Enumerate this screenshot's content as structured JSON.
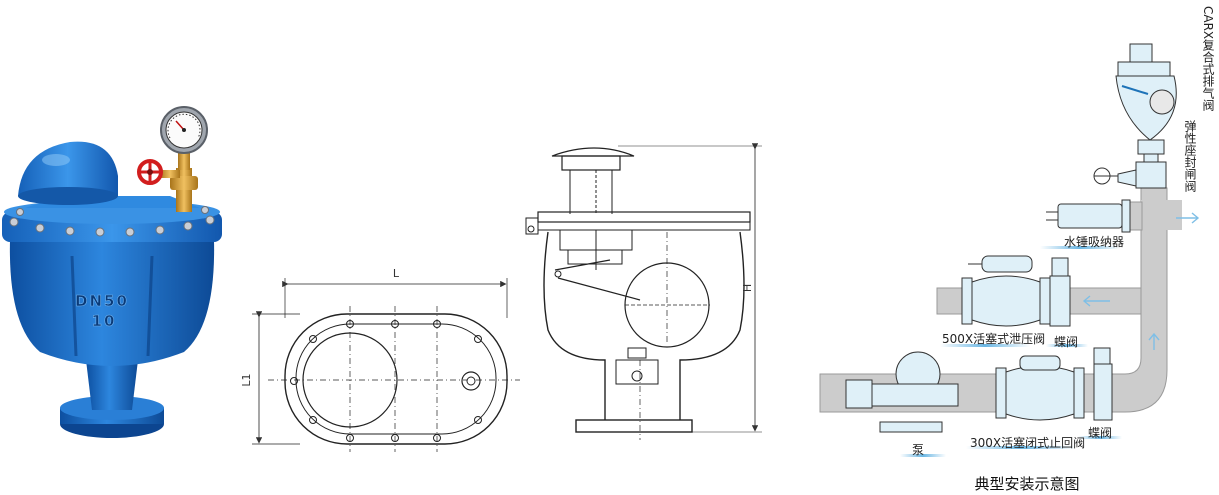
{
  "product": {
    "body_marking_line1": "DN50",
    "body_marking_line2": "10",
    "body_color": "#1f6fc7",
    "handwheel_color": "#d21e1e",
    "brass_color": "#d9a030"
  },
  "dimensions": {
    "length_label": "L",
    "width_label": "L1",
    "height_label": "H"
  },
  "installation": {
    "title": "典型安装示意图",
    "labels": {
      "air_valve": "CARX复合式排气阀",
      "gate_valve": "弹性座封闸阀",
      "water_hammer": "水锤吸纳器",
      "relief_valve": "500X活塞式泄压阀",
      "butterfly_upper": "蝶阀",
      "butterfly_lower": "蝶阀",
      "check_valve": "300X活塞闭式止回阀",
      "pump": "泵"
    },
    "pipe_color": "#cccccc",
    "component_color": "#dff0f8",
    "arrow_color": "#4a9fd0"
  }
}
